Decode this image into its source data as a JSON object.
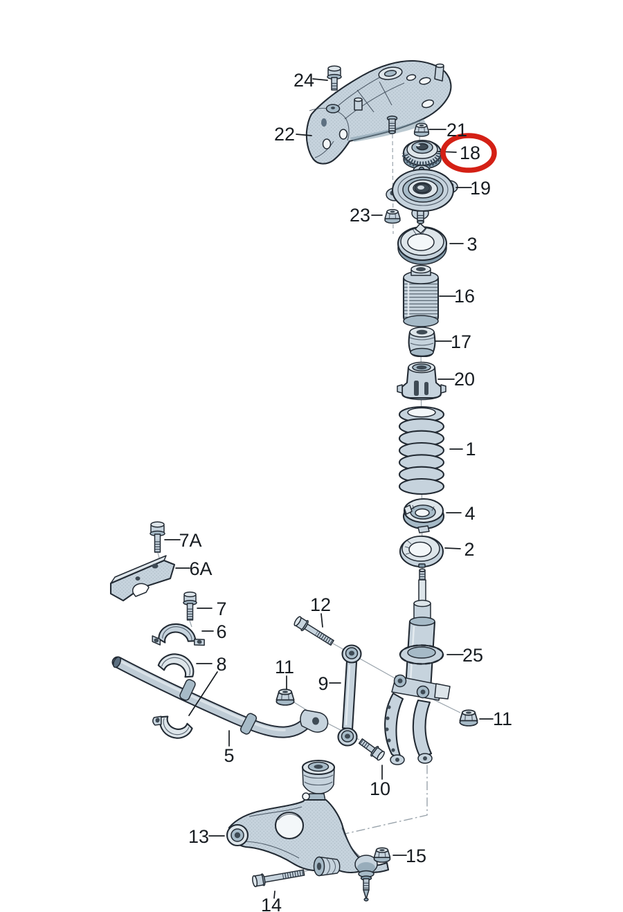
{
  "diagram": {
    "type": "exploded-parts-diagram",
    "background": "#ffffff",
    "highlight": {
      "target_callout": "18",
      "color": "#d42015",
      "shape": "ellipse"
    },
    "colors": {
      "outline": "#222a33",
      "label_text": "#171c21",
      "leader_line": "#171c21",
      "construction_line": "#99a3ab",
      "part_fill_light": "#dde5ea",
      "part_fill": "#c6d3dd",
      "part_fill_mid": "#a6bac7",
      "part_fill_dark": "#849cac",
      "part_fill_deep": "#5d7081"
    },
    "callouts": [
      {
        "label": "24"
      },
      {
        "label": "22"
      },
      {
        "label": "21"
      },
      {
        "label": "18",
        "highlighted": true
      },
      {
        "label": "19"
      },
      {
        "label": "23"
      },
      {
        "label": "3"
      },
      {
        "label": "16"
      },
      {
        "label": "17"
      },
      {
        "label": "20"
      },
      {
        "label": "1"
      },
      {
        "label": "4"
      },
      {
        "label": "2"
      },
      {
        "label": "25"
      },
      {
        "label": "11"
      },
      {
        "label": "7A"
      },
      {
        "label": "6A"
      },
      {
        "label": "7"
      },
      {
        "label": "6"
      },
      {
        "label": "8"
      },
      {
        "label": "12"
      },
      {
        "label": "11"
      },
      {
        "label": "9"
      },
      {
        "label": "5"
      },
      {
        "label": "10"
      },
      {
        "label": "13"
      },
      {
        "label": "15"
      },
      {
        "label": "14"
      }
    ]
  }
}
